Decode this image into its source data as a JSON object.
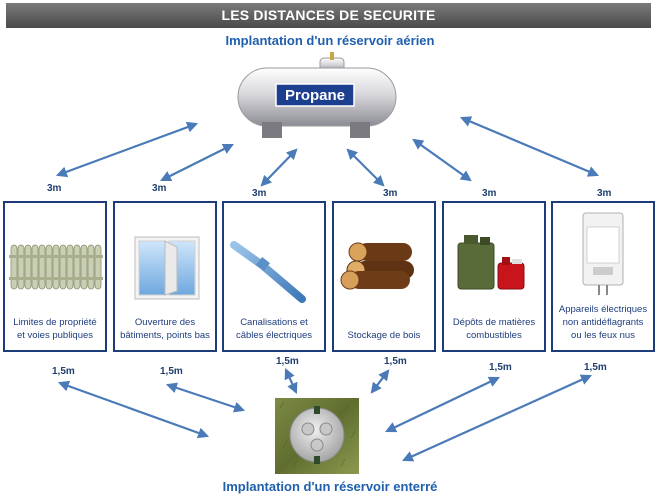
{
  "header": {
    "title": "LES DISTANCES DE SECURITE"
  },
  "aerial": {
    "title": "Implantation d'un réservoir aérien",
    "tank_label": "Propane"
  },
  "buried": {
    "title": "Implantation d'un réservoir enterré"
  },
  "top_distances": [
    "3m",
    "3m",
    "3m",
    "3m",
    "3m",
    "3m"
  ],
  "bottom_distances": [
    "1,5m",
    "1,5m",
    "1,5m",
    "1,5m",
    "1,5m",
    "1,5m"
  ],
  "items": [
    {
      "label": "Limites de propriété et voies publiques",
      "icon": "fence-icon"
    },
    {
      "label": "Ouverture des bâtiments, points bas",
      "icon": "window-icon"
    },
    {
      "label": "Canalisations et câbles électriques",
      "icon": "pipe-icon"
    },
    {
      "label": "Stockage de bois",
      "icon": "wood-logs-icon"
    },
    {
      "label": "Dépôts de matières combustibles",
      "icon": "jerrycan-icon"
    },
    {
      "label": "Appareils électriques non antidéflagrants ou les feux nus",
      "icon": "water-heater-icon"
    }
  ],
  "colors": {
    "arrow": "#4a7ab8",
    "box_border": "#1e3c7c",
    "title_blue": "#1f5fae",
    "banner": "#5a5a5a"
  }
}
